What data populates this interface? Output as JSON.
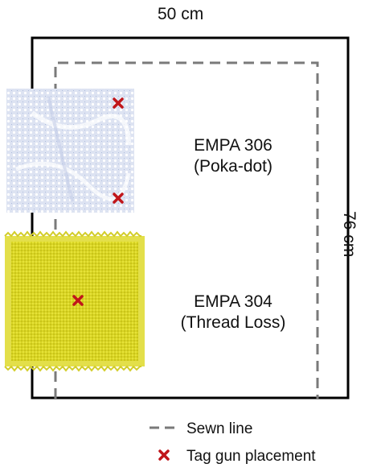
{
  "dimensions": {
    "width_label": "50 cm",
    "height_label": "76 cm"
  },
  "samples": [
    {
      "name": "EMPA 306",
      "subtitle": "(Poka-dot)",
      "fabric_color": "#c7d0ea",
      "tag_gun_marks": 2
    },
    {
      "name": "EMPA 304",
      "subtitle": "(Thread Loss)",
      "fabric_color": "#d9d524",
      "tag_gun_marks": 1
    }
  ],
  "legend": {
    "sewn_line": "Sewn line",
    "tag_gun": "Tag gun placement"
  },
  "colors": {
    "outline": "#000000",
    "sewn_line": "#7a7a7a",
    "tag_mark": "#c0161b"
  }
}
